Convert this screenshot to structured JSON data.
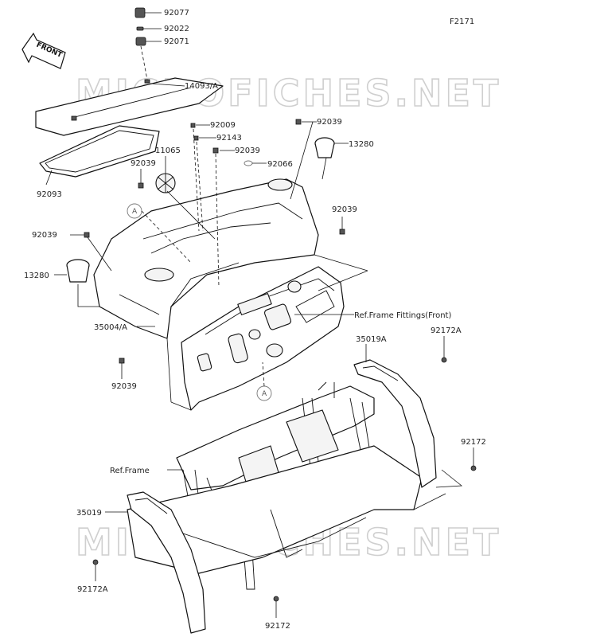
{
  "figure_code": "F2171",
  "front_label": "FRONT",
  "watermark": "MICROFICHES.NET",
  "ref_labels": {
    "frame_fittings": "Ref.Frame Fittings(Front)",
    "frame": "Ref.Frame"
  },
  "callout_a": "A",
  "parts": {
    "p92077": "92077",
    "p92022": "92022",
    "p92071": "92071",
    "p14093a": "14093/A",
    "p92093": "92093",
    "p92009": "92009",
    "p92143": "92143",
    "p92039_center": "92039",
    "p92039_top": "92039",
    "p13280_right": "13280",
    "p11065": "11065",
    "p92039_left": "92039",
    "p92066": "92066",
    "p92039_right": "92039",
    "p92039_far_left": "92039",
    "p13280_left": "13280",
    "p35004a": "35004/A",
    "p92039_bottom": "92039",
    "p35019a": "35019A",
    "p92172a_right": "92172A",
    "p92172_right": "92172",
    "p35019": "35019",
    "p92172a_left": "92172A",
    "p92172_bottom": "92172"
  }
}
